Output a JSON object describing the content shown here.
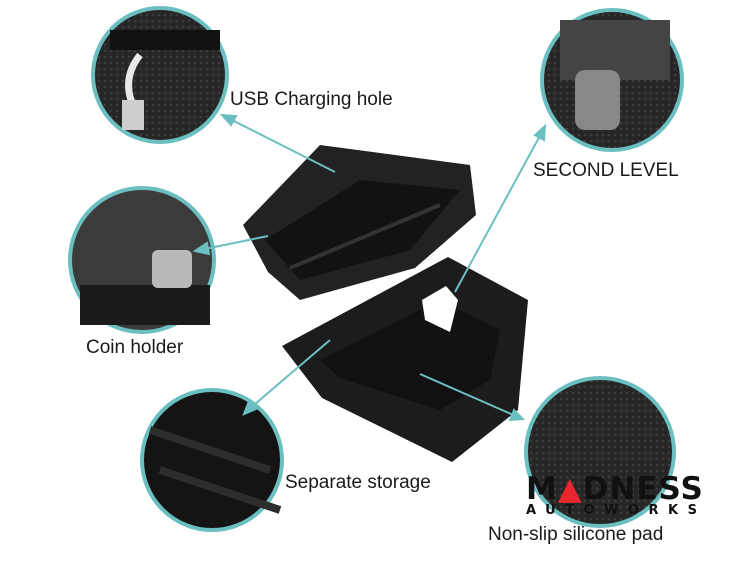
{
  "labels": {
    "usb": "USB Charging hole",
    "second_level": "SECOND LEVEL",
    "coin": "Coin holder",
    "separate": "Separate storage",
    "pad": "Non-slip silicone pad"
  },
  "logo": {
    "line1": "MADNESS",
    "line2": "AUTOWORKS"
  },
  "colors": {
    "accent": "#6bbfc0",
    "logo_red": "#e8282e",
    "product": "#1c1c1c"
  }
}
